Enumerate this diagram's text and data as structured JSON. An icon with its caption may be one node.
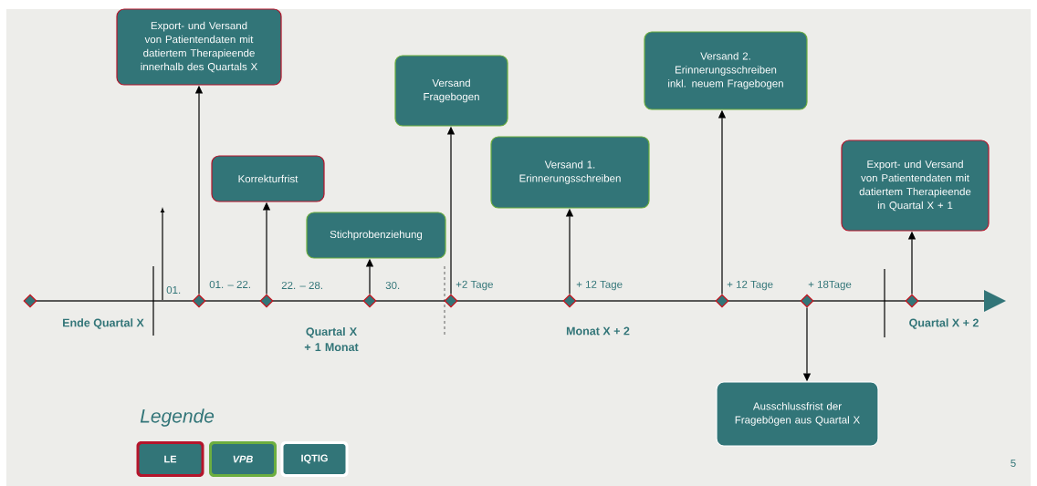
{
  "diagram": {
    "nodes": [
      {
        "text": [
          "Export- und Versand von Patientendaten mit datiertem Therapieende innerhalb des Quartals  X"
        ]
      },
      {
        "text": [
          "Korrekturfrist"
        ]
      },
      {
        "text": [
          "Stichprobenziehung"
        ]
      },
      {
        "text": [
          "Versand Fragebogen"
        ]
      },
      {
        "text": [
          "Versand 1. Erinnerungsschreiben"
        ]
      },
      {
        "text": [
          "Versand 2. Erinnerungsschreiben inkl. neuem Fragebogen"
        ]
      },
      {
        "text": [
          "Export- und Versand von Patientendaten mit datiertem Therapieende in Quartal X + 1"
        ]
      },
      {
        "text": [
          "Ausschlussfrist der Fragebögen aus Quartal X"
        ]
      },
      {
        "text": [],
        "shape": "diamond"
      },
      {
        "text": [],
        "shape": "diamond"
      },
      {
        "text": [],
        "shape": "diamond"
      },
      {
        "text": [],
        "shape": "diamond"
      },
      {
        "text": [],
        "shape": "diamond"
      },
      {
        "text": [],
        "shape": "diamond"
      },
      {
        "text": [],
        "shape": "diamond"
      },
      {
        "text": [],
        "shape": "diamond"
      },
      {
        "text": [],
        "shape": "diamond"
      }
    ],
    "edges": [
      {
        "from": 9,
        "to": 0,
        "arrow": "to"
      },
      {
        "from": 10,
        "to": 1,
        "arrow": "to"
      },
      {
        "from": 11,
        "to": 2,
        "arrow": "to"
      },
      {
        "from": 12,
        "to": 3,
        "arrow": "to"
      },
      {
        "from": 13,
        "to": 4,
        "arrow": "to"
      },
      {
        "from": 14,
        "to": 5,
        "arrow": "to"
      },
      {
        "from": 15,
        "to": 7,
        "arrow": "to"
      },
      {
        "from": 16,
        "to": 6,
        "arrow": "to"
      }
    ],
    "labels": [
      "01.",
      "01. – 22.",
      "22. – 28.",
      "30.",
      "+2 Tage",
      "+ 12 Tage",
      "+ 12 Tage",
      "+ 18Tage",
      "Ende Quartal X",
      "Quartal X + 1 Monat",
      "Monat X + 2",
      "Quartal X + 2",
      "Legende",
      "5"
    ],
    "legend": [
      {
        "text": "LE",
        "color": "#b5152b"
      },
      {
        "text": "VPB",
        "color": "#6cae3f"
      },
      {
        "text": "IQTIG",
        "color": "#ffffff"
      }
    ]
  }
}
